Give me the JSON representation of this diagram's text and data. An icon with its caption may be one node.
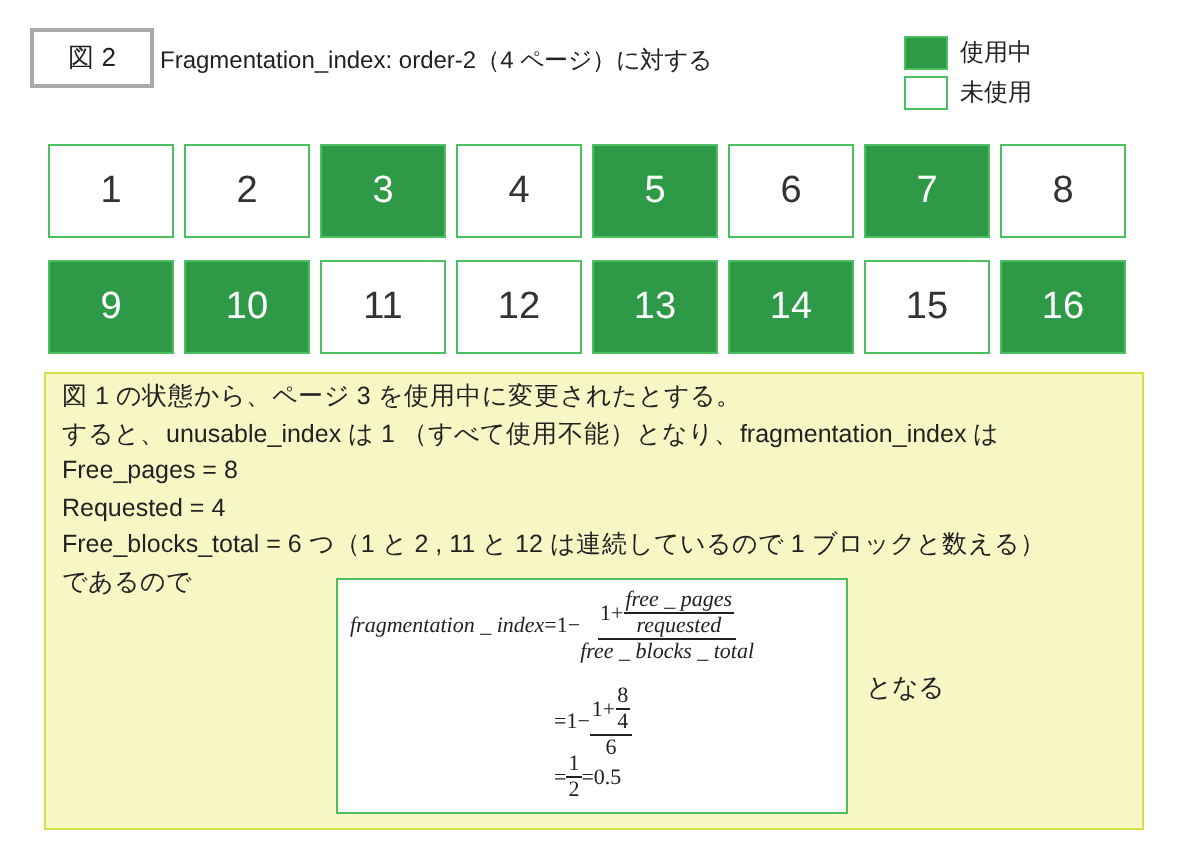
{
  "diagram": {
    "title": "Fragmentation_index:  order-2（4 ページ）に対する",
    "nodes": [
      {
        "text": [
          "図 2"
        ]
      },
      {
        "text": [
          "1"
        ]
      },
      {
        "text": [
          "2"
        ]
      },
      {
        "text": [
          "3"
        ]
      },
      {
        "text": [
          "4"
        ]
      },
      {
        "text": [
          "5"
        ]
      },
      {
        "text": [
          "6"
        ]
      },
      {
        "text": [
          "7"
        ]
      },
      {
        "text": [
          "8"
        ]
      },
      {
        "text": [
          "9"
        ]
      },
      {
        "text": [
          "10"
        ]
      },
      {
        "text": [
          "11"
        ]
      },
      {
        "text": [
          "12"
        ]
      },
      {
        "text": [
          "13"
        ]
      },
      {
        "text": [
          "14"
        ]
      },
      {
        "text": [
          "15"
        ]
      },
      {
        "text": [
          "16"
        ]
      },
      {
        "text": [
          "図 1 の状態から、ページ 3 を使用中に変更されたとする。",
          "すると、unusable_index は 1 （すべて使用不能）となり、fragmentation_index は",
          "Free_pages = 8",
          "Requested = 4",
          "Free_blocks_total = 6 つ（1 と 2 , 11 と 12 は連続しているので 1 ブロックと数える）",
          "であるので"
        ]
      },
      {
        "text": [
          "fragmentation _ index",
          "=1−",
          "1+",
          "free _ pages",
          "requested",
          "free _ blocks _ total",
          "=1−",
          "1+",
          "8",
          "4",
          "6",
          "=",
          "1",
          "2",
          "=0.5"
        ],
        "in": 17,
        "beside": [
          "となる"
        ]
      }
    ],
    "legend": [
      {
        "text": "使用中",
        "color": "#2e9a48"
      },
      {
        "text": "未使用",
        "color": "#ffffff"
      }
    ]
  }
}
